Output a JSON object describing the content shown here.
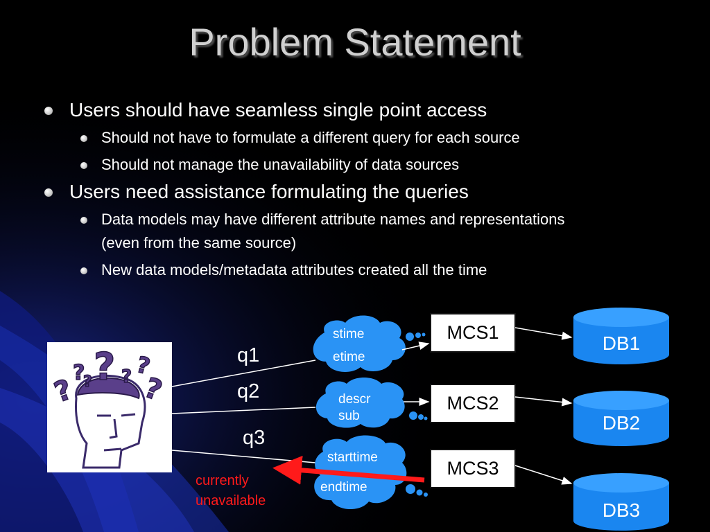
{
  "title": "Problem Statement",
  "bullets": [
    {
      "text": "Users should have seamless single point access",
      "sub": [
        "Should not have to formulate a different query for each source",
        "Should not manage the unavailability of data sources"
      ]
    },
    {
      "text": "Users need assistance formulating the queries",
      "sub": [
        "Data models may have different attribute names and representations (even from the same source)",
        "New data models/metadata attributes created all the time"
      ]
    }
  ],
  "diagram": {
    "queries": [
      "q1",
      "q2",
      "q3"
    ],
    "clouds": [
      {
        "lines": [
          "stime",
          "etime"
        ]
      },
      {
        "lines": [
          "descr",
          "sub"
        ]
      },
      {
        "lines": [
          "starttime",
          "endtime"
        ]
      }
    ],
    "mcs": [
      "MCS1",
      "MCS2",
      "MCS3"
    ],
    "dbs": [
      "DB1",
      "DB2",
      "DB3"
    ],
    "unavailable": [
      "currently",
      "unavailable"
    ]
  },
  "colors": {
    "background": "#000000",
    "cylinder": "#1a86f0",
    "cloud": "#2a93f5",
    "alert": "#ff1a1a",
    "title": "#d0d0d0"
  },
  "icons": {
    "user": "confused-person-question-marks-icon"
  }
}
